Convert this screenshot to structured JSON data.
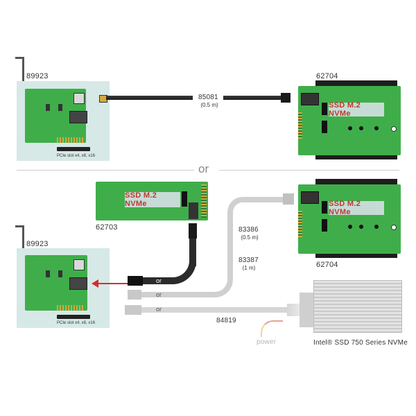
{
  "top_section": {
    "host_card": {
      "part_number": "89923",
      "slot_label": "PCIe slot x4, x8, x16"
    },
    "cable": {
      "part_number": "85081",
      "length": "(0.5 m)"
    },
    "adapter": {
      "part_number": "62704",
      "ssd_label": "SSD M.2 NVMe"
    }
  },
  "separator": {
    "label": "or"
  },
  "bottom_section": {
    "host_card": {
      "part_number": "89923",
      "slot_label": "PCIe slot x4, x8, x16"
    },
    "m2_adapter": {
      "part_number": "62703",
      "ssd_label": "SSD M.2 NVMe"
    },
    "bay_adapter": {
      "part_number": "62704",
      "ssd_label": "SSD M.2 NVMe"
    },
    "cables": [
      {
        "part_number": "83386",
        "length": "(0.5 m)"
      },
      {
        "part_number": "83387",
        "length": "(1 m)"
      },
      {
        "part_number": "84819"
      }
    ],
    "or_labels": [
      "or",
      "or",
      "or"
    ],
    "power_label": "power",
    "intel_ssd": {
      "label": "Intel® SSD 750 Series NVMe"
    }
  },
  "colors": {
    "pcb_green": "#3fae4a",
    "panel_bg": "#d6e9e6",
    "arrow_red": "#d62d2d",
    "ssd_text_red": "#c0392b",
    "cable_dark": "#2b2b2b",
    "cable_light": "#cfcfcf"
  }
}
